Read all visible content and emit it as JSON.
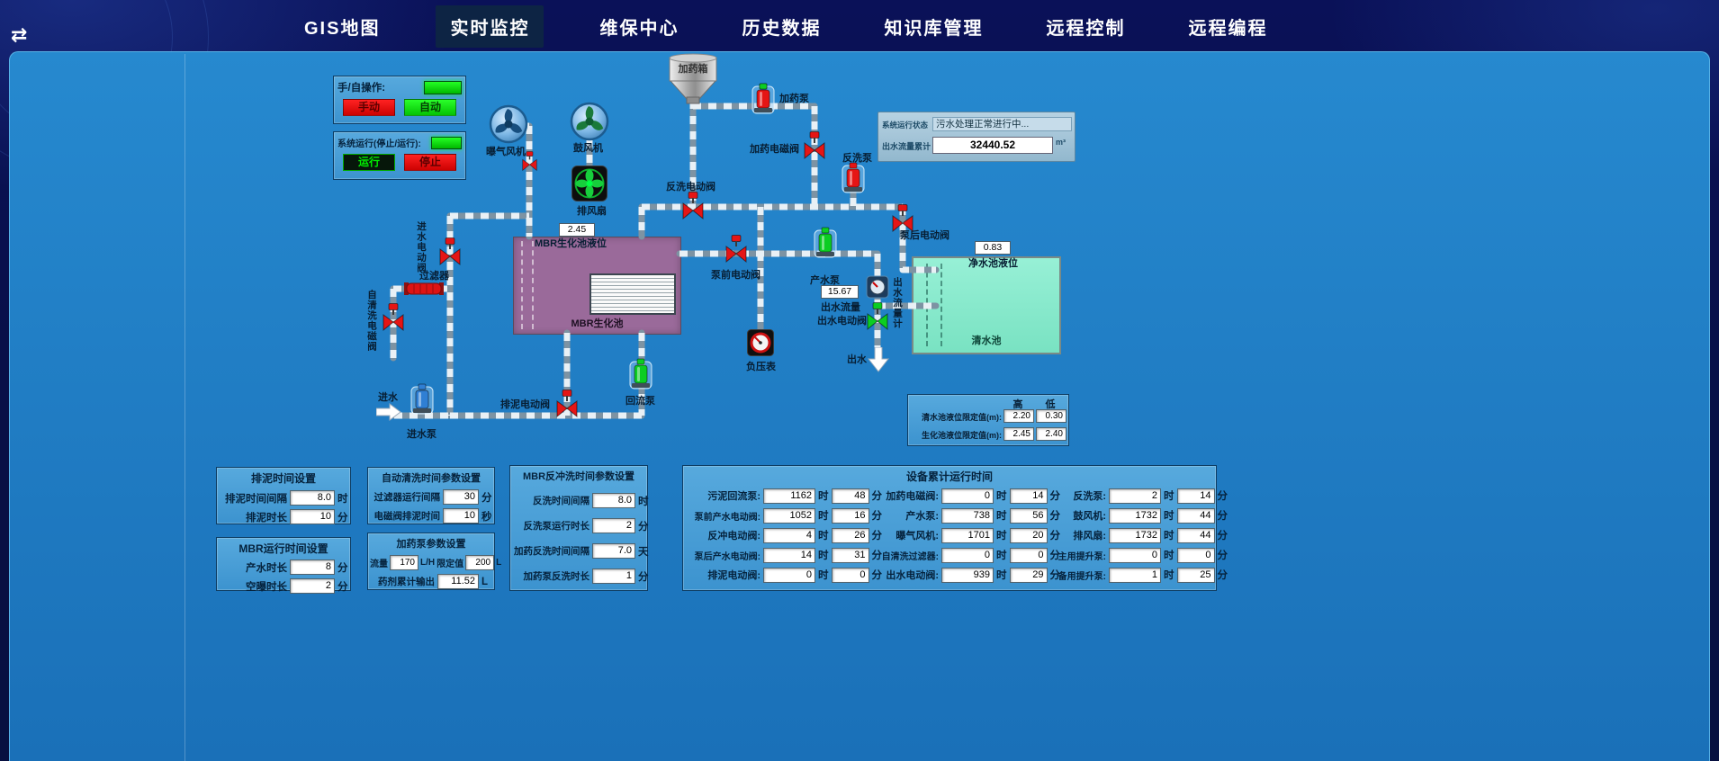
{
  "nav": {
    "collapse_icon": "⇄",
    "tabs": [
      "GIS地图",
      "实时监控",
      "维保中心",
      "历史数据",
      "知识库管理",
      "远程控制",
      "远程编程"
    ]
  },
  "controls": {
    "manual_auto_label": "手/自操作:",
    "manual_btn": "手动",
    "auto_btn": "自动",
    "system_run_label": "系统运行(停止/运行):",
    "run_btn": "运行",
    "stop_btn": "停止"
  },
  "status_panel": {
    "run_status_label": "系统运行状态",
    "run_status_value": "污水处理正常进行中...",
    "flow_total_label": "出水流量累计",
    "flow_total_value": "32440.52",
    "flow_total_unit": "m³"
  },
  "limits_panel": {
    "high": "高",
    "low": "低",
    "rows": [
      {
        "label": "清水池液位限定值(m):",
        "high": "2.20",
        "low": "0.30"
      },
      {
        "label": "生化池液位限定值(m):",
        "high": "2.45",
        "low": "2.40"
      }
    ]
  },
  "equipment": {
    "baoqi_fan": "曝气风机",
    "gufengji": "鼓风机",
    "paifengshan": "排风扇",
    "jiayao_tank": "加药箱",
    "jiayao_pump": "加药泵",
    "jiayao_valve": "加药电磁阀",
    "fanxi_pump": "反洗泵",
    "fanxi_valve": "反洗电动阀",
    "benghou_valve": "泵后电动阀",
    "bengqian_valve": "泵前电动阀",
    "chanshui_pump": "产水泵",
    "mbr_tank": "MBR生化池",
    "mbr_level_label": "MBR生化池液位",
    "mbr_level_value": "2.45",
    "qingshui_tank": "清水池",
    "jingshui_level_label": "净水池液位",
    "jingshui_level_value": "0.83",
    "chushui_flow_value": "15.67",
    "chushui_flow_label": "出水流量",
    "chushui_valve": "出水电动阀",
    "chushui_flowmeter": "出水流量计",
    "fuyabiao": "负压表",
    "chushui": "出水",
    "jinshui": "进水",
    "jinshui_pump": "进水泵",
    "guolvqi": "过滤器",
    "jinshui_valve": "进水电动阀",
    "zixi_valve": "自清洗电磁阀",
    "paini_valve": "排泥电动阀",
    "huiliu_pump": "回流泵"
  },
  "panels": {
    "paini": {
      "title": "排泥时间设置",
      "rows": [
        {
          "label": "排泥时间间隔",
          "value": "8.0",
          "unit": "时"
        },
        {
          "label": "排泥时长",
          "value": "10",
          "unit": "分"
        }
      ]
    },
    "mbr_run": {
      "title": "MBR运行时间设置",
      "rows": [
        {
          "label": "产水时长",
          "value": "8",
          "unit": "分"
        },
        {
          "label": "空曝时长",
          "value": "2",
          "unit": "分"
        }
      ]
    },
    "auto_clean": {
      "title": "自动清洗时间参数设置",
      "rows": [
        {
          "label": "过滤器运行间隔",
          "value": "30",
          "unit": "分"
        },
        {
          "label": "电磁阀排泥时间",
          "value": "10",
          "unit": "秒"
        }
      ]
    },
    "dosing": {
      "title": "加药泵参数设置",
      "flow_label": "流量",
      "flow_value": "170",
      "flow_unit": "L/H",
      "limit_label": "限定值",
      "limit_value": "200",
      "limit_unit": "L",
      "total_label": "药剂累计输出",
      "total_value": "11.52",
      "total_unit": "L"
    },
    "backwash": {
      "title": "MBR反冲洗时间参数设置",
      "rows": [
        {
          "label": "反洗时间间隔",
          "value": "8.0",
          "unit": "时"
        },
        {
          "label": "反洗泵运行时长",
          "value": "2",
          "unit": "分"
        },
        {
          "label": "加药反洗时间间隔",
          "value": "7.0",
          "unit": "天"
        },
        {
          "label": "加药泵反洗时长",
          "value": "1",
          "unit": "分"
        }
      ]
    },
    "runtime": {
      "title": "设备累计运行时间",
      "hour_unit": "时",
      "min_unit": "分",
      "col1": [
        {
          "label": "污泥回流泵:",
          "h": "1162",
          "m": "48"
        },
        {
          "label": "泵前产水电动阀:",
          "h": "1052",
          "m": "16"
        },
        {
          "label": "反冲电动阀:",
          "h": "4",
          "m": "26"
        },
        {
          "label": "泵后产水电动阀:",
          "h": "14",
          "m": "31"
        },
        {
          "label": "排泥电动阀:",
          "h": "0",
          "m": "0"
        }
      ],
      "col2": [
        {
          "label": "加药电磁阀:",
          "h": "0",
          "m": "14"
        },
        {
          "label": "产水泵:",
          "h": "738",
          "m": "56"
        },
        {
          "label": "曝气风机:",
          "h": "1701",
          "m": "20"
        },
        {
          "label": "自清洗过滤器:",
          "h": "0",
          "m": "0"
        },
        {
          "label": "出水电动阀:",
          "h": "939",
          "m": "29"
        }
      ],
      "col3": [
        {
          "label": "反洗泵:",
          "h": "2",
          "m": "14"
        },
        {
          "label": "鼓风机:",
          "h": "1732",
          "m": "44"
        },
        {
          "label": "排风扇:",
          "h": "1732",
          "m": "44"
        },
        {
          "label": "主用提升泵:",
          "h": "0",
          "m": "0"
        },
        {
          "label": "备用提升泵:",
          "h": "1",
          "m": "25"
        }
      ]
    }
  },
  "colors": {
    "panel_blue": "#1b7ac4",
    "status_green": "#00dd00",
    "alarm_red": "#e51515",
    "run_green": "#0ccd22",
    "mbr_purple": "#9a6a9a",
    "clear_tank_aqua": "#84e9cc"
  }
}
